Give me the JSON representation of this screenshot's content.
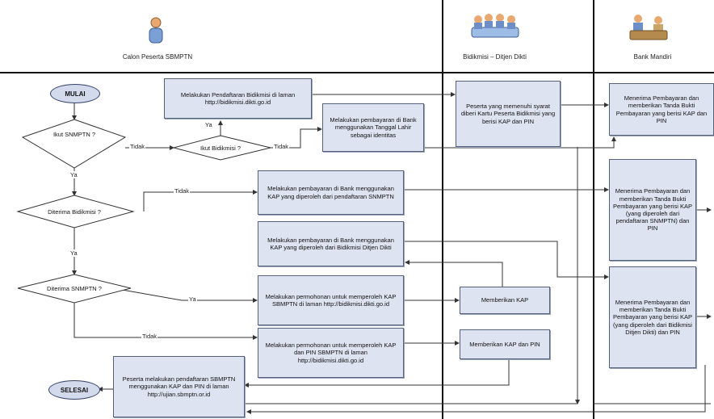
{
  "lanes": {
    "cpeserta": "Calon Peserta SBMPTN",
    "bidikmisi": "Bidikmisi – Ditjen Dikti",
    "bank": "Bank Mandiri"
  },
  "icons": {
    "cpeserta": "person-icon",
    "bidikmisi": "meeting-group-icon",
    "bank": "bank-teller-icon"
  },
  "terminals": {
    "start": "MULAI",
    "end": "SELESAI"
  },
  "decisions": {
    "ikut_snmptn": "Ikut SNMPTN ?",
    "ikut_bidikmisi": "Ikut Bidikmisi ?",
    "diterima_bidikmisi": "Diterima Bidikmisi ?",
    "diterima_snmptn": "Diterima SNMPTN ?"
  },
  "boxes": {
    "daftar_bidikmisi": "Melakukan Pendaftaran Bidikmisi di laman http://bidikmisi.dikti.go.id",
    "bayar_tgl_lahir": "Melakukan pembayaran di Bank menggunakan Tanggal Lahir sebagai identitas",
    "bayar_kap_snmptn": "Melakukan pembayaran di Bank menggunakan KAP yang diperoleh dari pendaftaran SNMPTN",
    "bayar_kap_bidikmisi": "Melakukan pembayaran di Bank menggunakan KAP yang diperoleh dari Bidikmisi Ditjen Dikti",
    "mohon_kap": "Melakukan permohonan untuk memperoleh KAP SBMPTN di laman http://bidikmisi.dikti.go.id",
    "mohon_kap_pin": "Melakukan permohonan untuk memperoleh KAP dan PIN SBMPTN di laman http://bidikmisi.dikti.go.id",
    "daftar_sbmptn": "Peserta melakukan pendaftaran SBMPTN menggunakan KAP dan PIN di laman http://ujian.sbmptn.or.id",
    "peserta_syarat": "Peserta yang memenuhi syarat diberi Kartu Peserta Bidikmisi yang berisi KAP dan PIN",
    "beri_kap": "Memberikan KAP",
    "beri_kap_pin": "Memberikan KAP dan PIN",
    "bank_1": "Menerima Pembayaran dan memberikan Tanda Bukti Pembayaran yang berisi KAP dan PIN",
    "bank_2": "Menerima Pembayaran dan memberikan Tanda Bukti Pembayaran yang berisi KAP (yang diperoleh dari pendaftaran SNMPTN) dan PIN",
    "bank_3": "Menerima Pembayaran dan memberikan Tanda Bukti Pembayaran yang berisi KAP (yang diperoleh dari Bidikmisi Ditjen Dikti) dan PIN"
  },
  "edge_labels": {
    "ya": "Ya",
    "tidak": "Tidak"
  }
}
